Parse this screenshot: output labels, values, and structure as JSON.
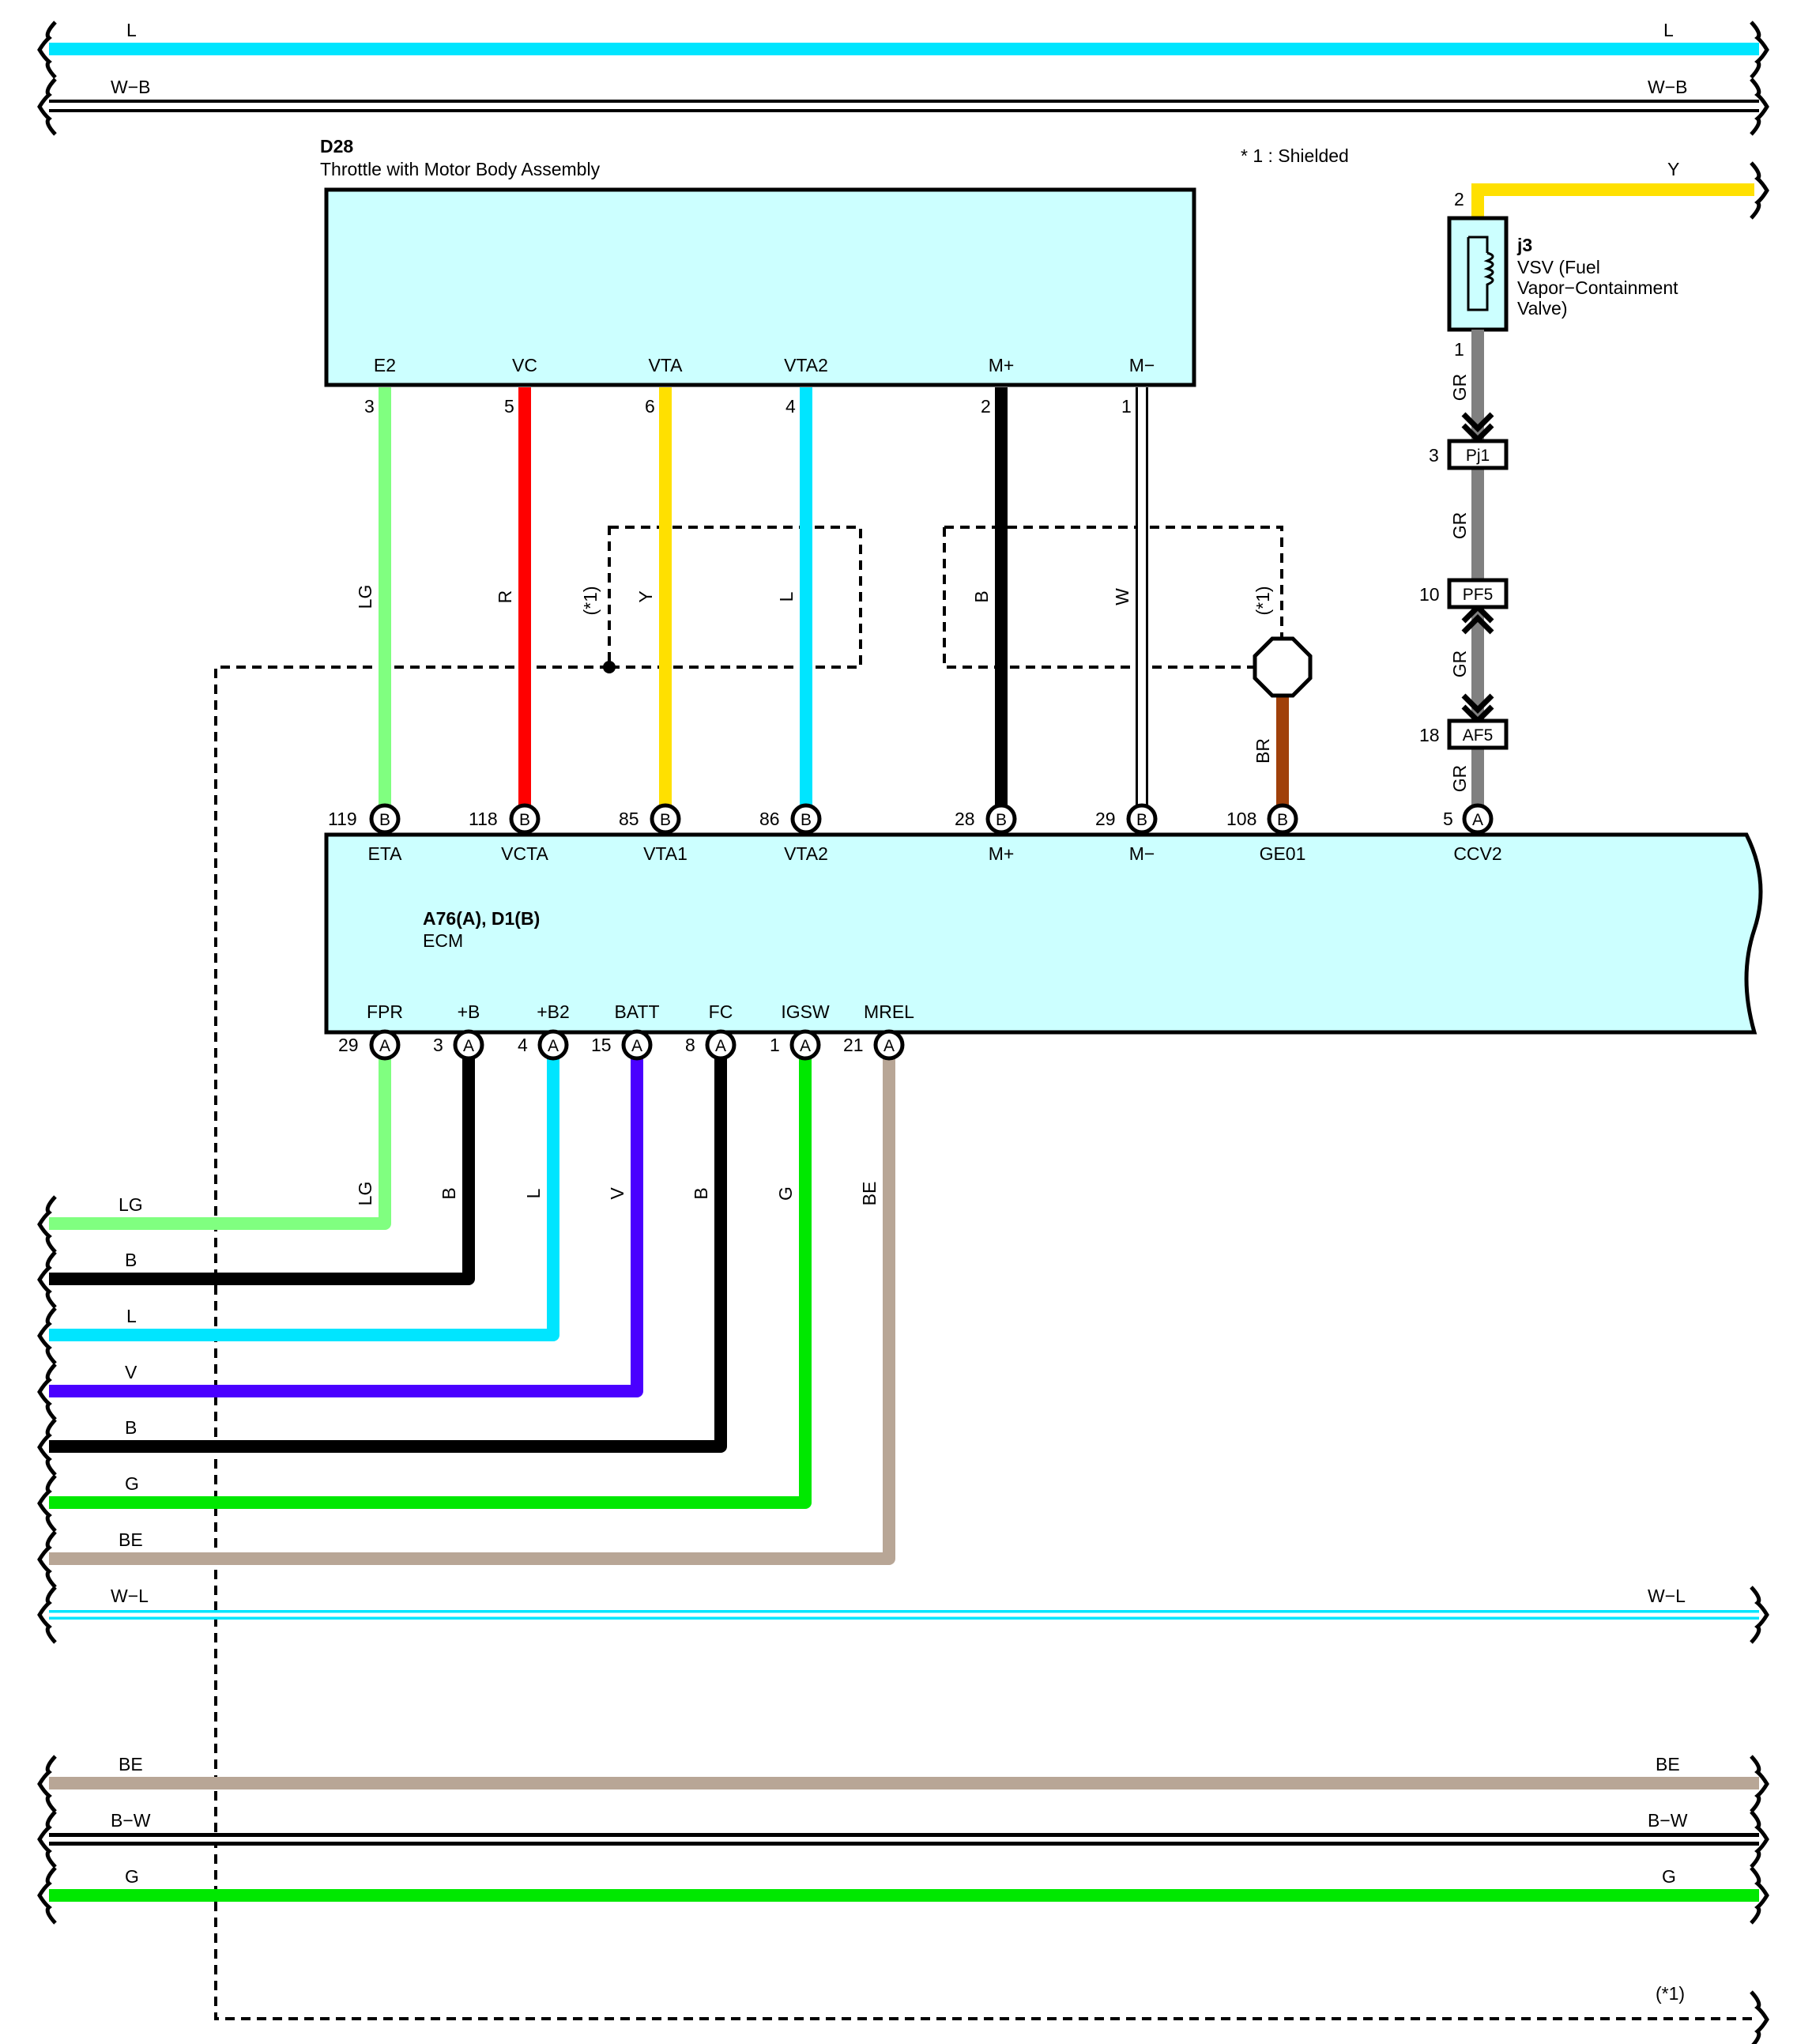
{
  "colors": {
    "LG": "#80ff80",
    "R": "#ff0000",
    "Y": "#ffe000",
    "L": "#00e5ff",
    "B": "#000000",
    "W": "#ffffff",
    "BR": "#a0400a",
    "GR": "#808080",
    "V": "#4a00ff",
    "G": "#00e800",
    "BE": "#b8a696",
    "W-B": "#ffffff",
    "W-L": "#ffffff",
    "B-W": "#ffffff",
    "component_fill": "#ccffff"
  },
  "note": "* 1 : Shielded",
  "shield_tag": "(*1)",
  "components": {
    "d28": {
      "code": "D28",
      "name": "Throttle with Motor Body Assembly",
      "pins": [
        {
          "name": "E2",
          "num": "3"
        },
        {
          "name": "VC",
          "num": "5"
        },
        {
          "name": "VTA",
          "num": "6"
        },
        {
          "name": "VTA2",
          "num": "4"
        },
        {
          "name": "M+",
          "num": "2"
        },
        {
          "name": "M−",
          "num": "1"
        }
      ]
    },
    "j3": {
      "code": "j3",
      "name_lines": [
        "VSV (Fuel",
        "Vapor−Containment",
        "Valve)"
      ],
      "pin_top": "2",
      "pin_bottom": "1"
    },
    "ecm": {
      "code": "A76(A), D1(B)",
      "name": "ECM",
      "top_pins": [
        {
          "name": "ETA",
          "num": "119",
          "conn": "B"
        },
        {
          "name": "VCTA",
          "num": "118",
          "conn": "B"
        },
        {
          "name": "VTA1",
          "num": "85",
          "conn": "B"
        },
        {
          "name": "VTA2",
          "num": "86",
          "conn": "B"
        },
        {
          "name": "M+",
          "num": "28",
          "conn": "B"
        },
        {
          "name": "M−",
          "num": "29",
          "conn": "B"
        },
        {
          "name": "GE01",
          "num": "108",
          "conn": "B"
        },
        {
          "name": "CCV2",
          "num": "5",
          "conn": "A"
        }
      ],
      "bottom_pins": [
        {
          "name": "FPR",
          "num": "29",
          "conn": "A"
        },
        {
          "name": "+B",
          "num": "3",
          "conn": "A"
        },
        {
          "name": "+B2",
          "num": "4",
          "conn": "A"
        },
        {
          "name": "BATT",
          "num": "15",
          "conn": "A"
        },
        {
          "name": "FC",
          "num": "8",
          "conn": "A"
        },
        {
          "name": "IGSW",
          "num": "1",
          "conn": "A"
        },
        {
          "name": "MREL",
          "num": "21",
          "conn": "A"
        }
      ]
    }
  },
  "connectors": [
    {
      "code": "Pj1",
      "pin": "3"
    },
    {
      "code": "PF5",
      "pin": "10"
    },
    {
      "code": "AF5",
      "pin": "18"
    }
  ],
  "wires": {
    "top_vertical": [
      "LG",
      "R",
      "Y",
      "L",
      "B",
      "W"
    ],
    "ground_wire": "BR",
    "gr_wire": "GR",
    "y_wire": "Y",
    "bottom_vertical": [
      "LG",
      "B",
      "L",
      "V",
      "B",
      "G",
      "BE"
    ],
    "bus_left": [
      "LG",
      "B",
      "L",
      "V",
      "B",
      "G",
      "BE"
    ]
  },
  "through_lines": [
    {
      "left": "L",
      "right": "L"
    },
    {
      "left": "W−B",
      "right": "W−B"
    },
    {
      "left": "W−L",
      "right": "W−L"
    },
    {
      "left": "BE",
      "right": "BE"
    },
    {
      "left": "B−W",
      "right": "B−W"
    },
    {
      "left": "G",
      "right": "G"
    }
  ]
}
